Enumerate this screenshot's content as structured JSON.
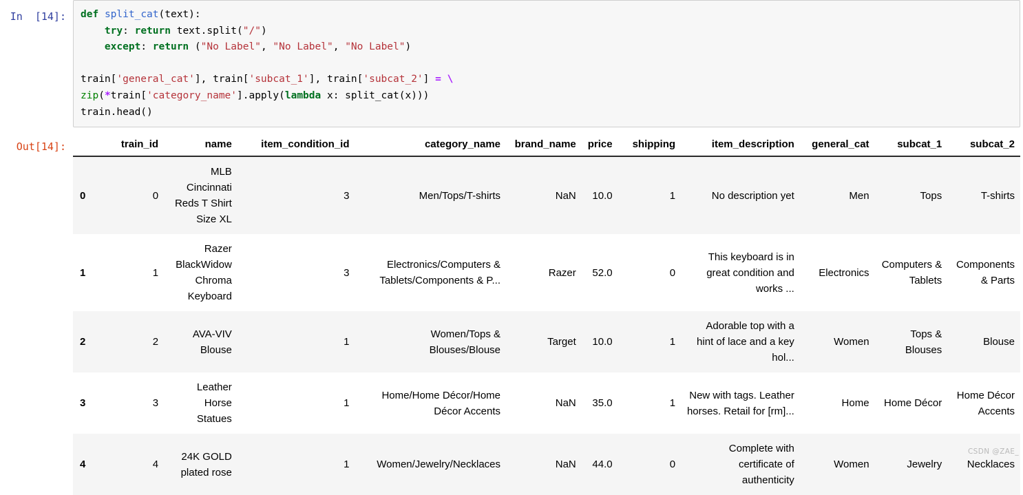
{
  "cell": {
    "in_prompt": "In  [14]:",
    "out_prompt": "Out[14]:",
    "code_lines": [
      "def split_cat(text):",
      "    try: return text.split(\"/\")",
      "    except: return (\"No Label\", \"No Label\", \"No Label\")",
      "",
      "train['general_cat'], train['subcat_1'], train['subcat_2'] = \\",
      "zip(*train['category_name'].apply(lambda x: split_cat(x)))",
      "train.head()"
    ],
    "code_tokens": {
      "def": "def",
      "fn_name": "split_cat",
      "try": "try",
      "except": "except",
      "return": "return",
      "lambda": "lambda",
      "zip": "zip",
      "str_slash": "\"/\"",
      "str_no_label": "\"No Label\"",
      "str_general_cat": "'general_cat'",
      "str_subcat_1": "'subcat_1'",
      "str_subcat_2": "'subcat_2'",
      "str_category_name": "'category_name'"
    }
  },
  "dataframe": {
    "index_header": "",
    "columns": [
      "train_id",
      "name",
      "item_condition_id",
      "category_name",
      "brand_name",
      "price",
      "shipping",
      "item_description",
      "general_cat",
      "subcat_1",
      "subcat_2"
    ],
    "rows": [
      {
        "index": "0",
        "train_id": "0",
        "name": "MLB Cincinnati Reds T Shirt Size XL",
        "item_condition_id": "3",
        "category_name": "Men/Tops/T-shirts",
        "brand_name": "NaN",
        "price": "10.0",
        "shipping": "1",
        "item_description": "No description yet",
        "general_cat": "Men",
        "subcat_1": "Tops",
        "subcat_2": "T-shirts"
      },
      {
        "index": "1",
        "train_id": "1",
        "name": "Razer BlackWidow Chroma Keyboard",
        "item_condition_id": "3",
        "category_name": "Electronics/Computers & Tablets/Components & P...",
        "brand_name": "Razer",
        "price": "52.0",
        "shipping": "0",
        "item_description": "This keyboard is in great condition and works ...",
        "general_cat": "Electronics",
        "subcat_1": "Computers & Tablets",
        "subcat_2": "Components & Parts"
      },
      {
        "index": "2",
        "train_id": "2",
        "name": "AVA-VIV Blouse",
        "item_condition_id": "1",
        "category_name": "Women/Tops & Blouses/Blouse",
        "brand_name": "Target",
        "price": "10.0",
        "shipping": "1",
        "item_description": "Adorable top with a hint of lace and a key hol...",
        "general_cat": "Women",
        "subcat_1": "Tops & Blouses",
        "subcat_2": "Blouse"
      },
      {
        "index": "3",
        "train_id": "3",
        "name": "Leather Horse Statues",
        "item_condition_id": "1",
        "category_name": "Home/Home Décor/Home Décor Accents",
        "brand_name": "NaN",
        "price": "35.0",
        "shipping": "1",
        "item_description": "New with tags. Leather horses. Retail for [rm]...",
        "general_cat": "Home",
        "subcat_1": "Home Décor",
        "subcat_2": "Home Décor Accents"
      },
      {
        "index": "4",
        "train_id": "4",
        "name": "24K GOLD plated rose",
        "item_condition_id": "1",
        "category_name": "Women/Jewelry/Necklaces",
        "brand_name": "NaN",
        "price": "44.0",
        "shipping": "0",
        "item_description": "Complete with certificate of authenticity",
        "general_cat": "Women",
        "subcat_1": "Jewelry",
        "subcat_2": "Necklaces"
      }
    ]
  },
  "watermark": "CSDN @ZAE_"
}
